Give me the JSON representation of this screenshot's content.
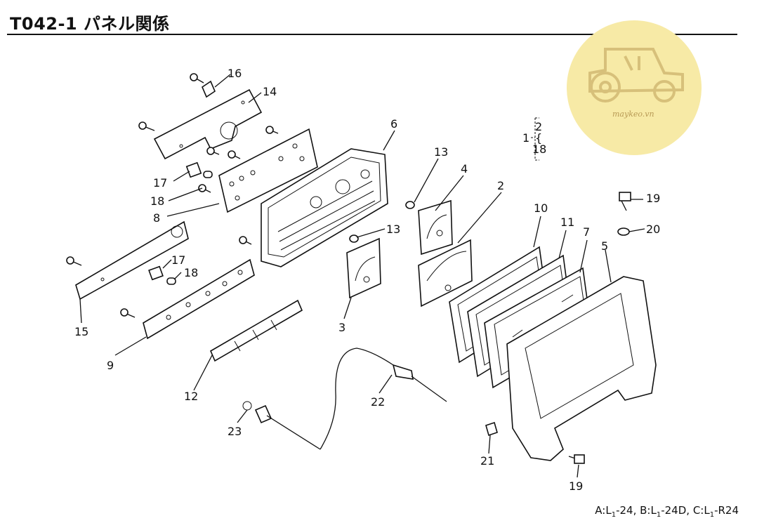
{
  "header": {
    "title": "T042-1 パネル関係"
  },
  "watermark": {
    "text": "maykeo.vn",
    "icon": "tractor-icon",
    "color": "#f7eaa6"
  },
  "bracket_note": {
    "left": "1",
    "top": "2",
    "middle": "{",
    "bottom": "18"
  },
  "callouts": {
    "c2": "2",
    "c3": "3",
    "c4": "4",
    "c5": "5",
    "c6": "6",
    "c7": "7",
    "c8": "8",
    "c9": "9",
    "c10": "10",
    "c11": "11",
    "c12": "12",
    "c13a": "13",
    "c13b": "13",
    "c14": "14",
    "c15": "15",
    "c16": "16",
    "c17a": "17",
    "c17b": "17",
    "c18a": "18",
    "c18b": "18",
    "c19a": "19",
    "c19b": "19",
    "c20": "20",
    "c21": "21",
    "c22": "22",
    "c23": "23"
  },
  "footnote": {
    "a_prefix": "A:L",
    "a_sub": "1",
    "a_suffix": "-24, ",
    "b_prefix": "B:L",
    "b_sub": "1",
    "b_suffix": "-24D, ",
    "c_prefix": "C:L",
    "c_sub": "1",
    "c_suffix": "-R24"
  }
}
